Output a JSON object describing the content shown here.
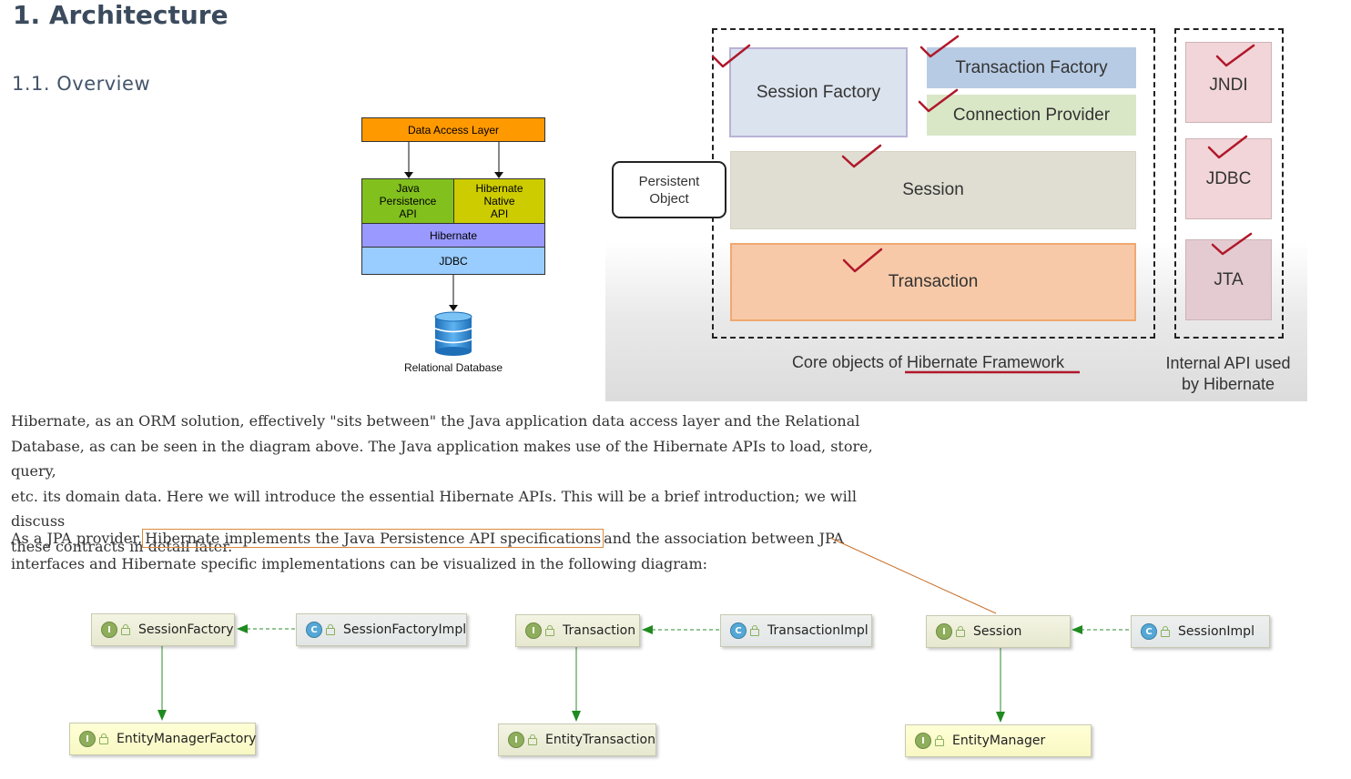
{
  "heading": "1. Architecture",
  "subheading": "1.1. Overview",
  "left_diagram": {
    "data_access_layer": "Data Access Layer",
    "jpa": [
      "Java",
      "Persistence",
      "API"
    ],
    "native": [
      "Hibernate",
      "Native",
      "API"
    ],
    "hibernate": "Hibernate",
    "jdbc": "JDBC",
    "database": "Relational Database",
    "colors": {
      "dal": "#ff9900",
      "jpa": "#82c01e",
      "native": "#cccc00",
      "hibernate": "#9999ff",
      "jdbc": "#99ccff"
    }
  },
  "right_diagram": {
    "persistent_object": [
      "Persistent",
      "Object"
    ],
    "session_factory": "Session Factory",
    "transaction_factory": "Transaction Factory",
    "connection_provider": "Connection Provider",
    "session": "Session",
    "transaction": "Transaction",
    "jndi": "JNDI",
    "jdbc": "JDBC",
    "jta": "JTA",
    "caption_core_prefix": "Core objects of ",
    "caption_core_underlined": "Hibernate Framework",
    "caption_internal": [
      "Internal API used",
      "by Hibernate"
    ]
  },
  "paragraph1": [
    "Hibernate, as an ORM solution, effectively \"sits between\" the Java application data access layer and the Relational",
    "Database, as can be seen in the diagram above. The Java application makes use of the Hibernate APIs to load, store, query,",
    "etc. its domain data. Here we will introduce the essential Hibernate APIs. This will be a brief introduction; we will discuss",
    "these contracts in detail later."
  ],
  "paragraph2": {
    "before": "As a JPA provider,",
    "highlight": "Hibernate implements the Java Persistence API specifications",
    "after": "and the association between JPA",
    "line2": "interfaces and Hibernate specific implementations can be visualized in the following diagram:"
  },
  "uml": {
    "badge_interface": "I",
    "badge_class": "C",
    "session_factory": "SessionFactory",
    "session_factory_impl": "SessionFactoryImpl",
    "entity_manager_factory": "EntityManagerFactory",
    "transaction": "Transaction",
    "transaction_impl": "TransactionImpl",
    "entity_transaction": "EntityTransaction",
    "session": "Session",
    "session_impl": "SessionImpl",
    "entity_manager": "EntityManager"
  }
}
